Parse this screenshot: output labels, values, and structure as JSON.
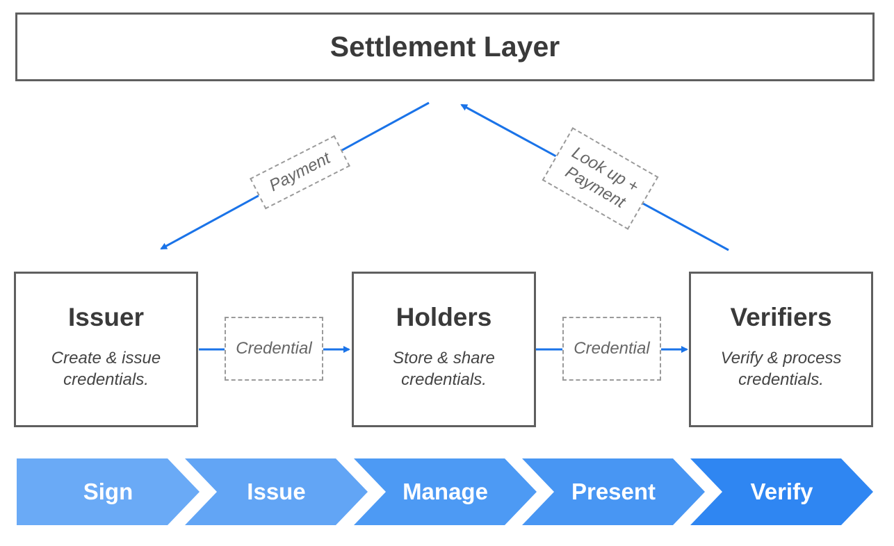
{
  "settlement": {
    "title": "Settlement Layer"
  },
  "actors": [
    {
      "name": "Issuer",
      "description": "Create & issue\ncredentials."
    },
    {
      "name": "Holders",
      "description": "Store & share\ncredentials."
    },
    {
      "name": "Verifiers",
      "description": "Verify & process\ncredentials."
    }
  ],
  "edges": {
    "issuer_to_holders": "Credential",
    "holders_to_verifiers": "Credential",
    "settlement_to_issuer": "Payment",
    "verifiers_to_settlement": "Look up +\nPayment"
  },
  "steps": [
    {
      "label": "Sign",
      "color": "#6aaaf6"
    },
    {
      "label": "Issue",
      "color": "#62a5f5"
    },
    {
      "label": "Manage",
      "color": "#4d9af4"
    },
    {
      "label": "Present",
      "color": "#4896f3"
    },
    {
      "label": "Verify",
      "color": "#2f86f2"
    }
  ],
  "colors": {
    "arrow": "#1a73e8",
    "border": "#5f5f5f",
    "dashed": "#9a9a9a"
  }
}
